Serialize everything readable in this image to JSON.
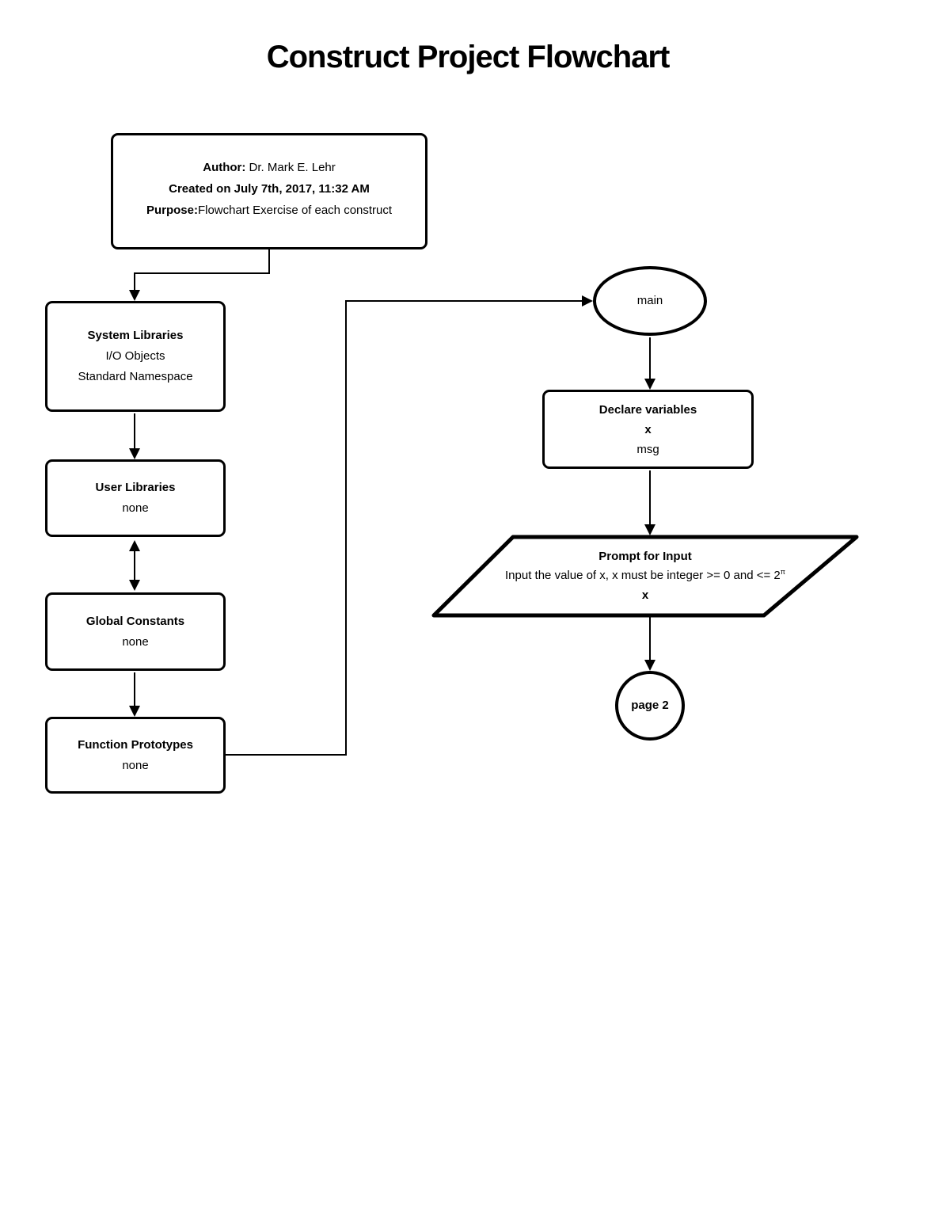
{
  "flowchart": {
    "title": "Construct Project Flowchart",
    "colors": {
      "ink": "#000000",
      "background": "#ffffff"
    },
    "author": {
      "label1": "Author:",
      "text1": " Dr. Mark E. Lehr",
      "line2": "Created on July 7th, 2017, 11:32 AM",
      "label3": "Purpose:",
      "text3": "Flowchart Exercise of each construct"
    },
    "system_libraries": {
      "heading": "System Libraries",
      "line1": "I/O Objects",
      "line2": "Standard Namespace"
    },
    "user_libraries": {
      "heading": "User Libraries",
      "line1": "none"
    },
    "global_constants": {
      "heading": "Global Constants",
      "line1": "none"
    },
    "function_prototypes": {
      "heading": "Function Prototypes",
      "line1": "none"
    },
    "main_terminal": {
      "label": "main"
    },
    "declare_variables": {
      "heading": "Declare variables",
      "line1": "x",
      "line2": "msg"
    },
    "prompt_input": {
      "heading": "Prompt for Input",
      "line1_prefix": "Input the value of x, x must be integer >= 0 and <= 2",
      "line1_sup": "π",
      "line2": "x"
    },
    "page2": {
      "label": "page 2"
    }
  }
}
